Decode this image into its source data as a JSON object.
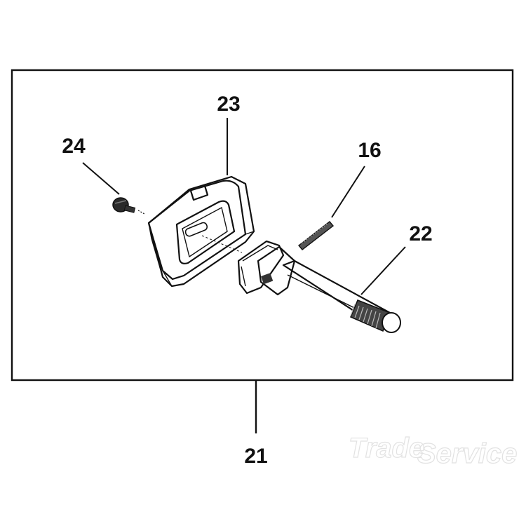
{
  "diagram": {
    "callouts": {
      "c21": "21",
      "c22": "22",
      "c23": "23",
      "c24": "24",
      "c16": "16"
    },
    "watermark": {
      "line1": "Trade",
      "line2": "Service"
    }
  }
}
